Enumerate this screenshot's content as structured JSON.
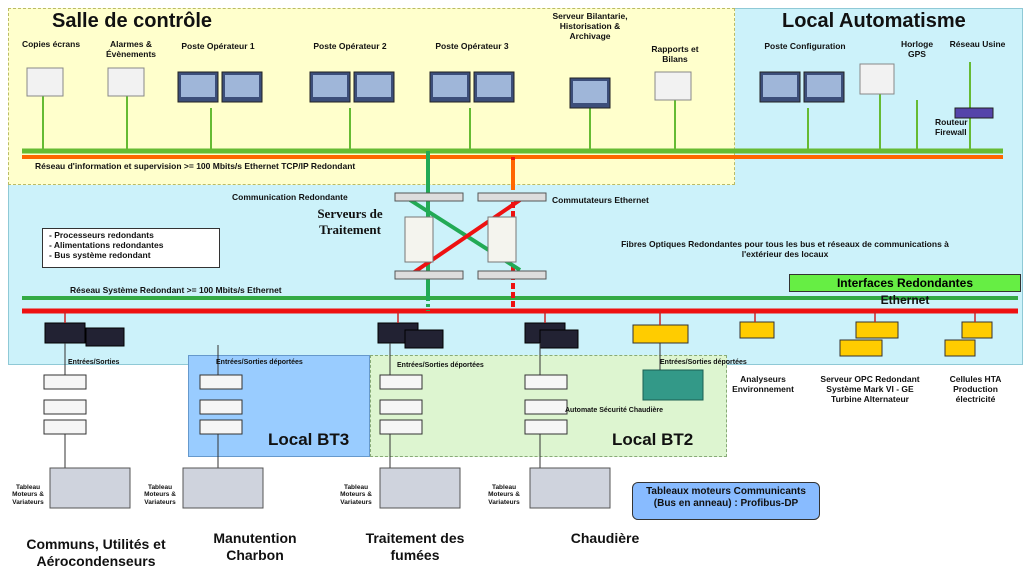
{
  "zones": {
    "control_room": "Salle de contrôle",
    "automation_room": "Local Automatisme",
    "bt3": "Local BT3",
    "bt2": "Local BT2"
  },
  "top_devices": {
    "copies": "Copies écrans",
    "alarms": "Alarmes & Évènements",
    "op1": "Poste Opérateur 1",
    "op2": "Poste Opérateur 2",
    "op3": "Poste Opérateur 3",
    "server": "Serveur Bilantarie, Historisation & Archivage",
    "reports": "Rapports et Bilans",
    "config": "Poste Configuration",
    "clock": "Horloge GPS",
    "plant_network": "Réseau Usine",
    "router": "Routeur Firewall"
  },
  "networks": {
    "info_network": "Réseau d'information et supervision >= 100 Mbits/s Ethernet TCP/IP Redondant",
    "system_network": "Réseau Système Redondant >= 100 Mbits/s Ethernet"
  },
  "middle": {
    "comm_redundant": "Communication Redondante",
    "servers_title": "Serveurs de Traitement",
    "switches": "Commutateurs Ethernet",
    "fibres": "Fibres Optiques Redondantes pour tous les bus et réseaux de communications à l'extérieur des locaux",
    "redundancy_list": [
      "- Processeurs redondants",
      "- Alimentations redondantes",
      "- Bus système redondant"
    ],
    "interfaces": "Interfaces Redondantes",
    "ethernet": "Ethernet"
  },
  "io": {
    "io1": "Entrées/Sorties",
    "io_remote_a": "Entrées/Sorties déportées",
    "io_remote_b": "Entrées/Sorties déportées",
    "io_remote_c": "Entrées/Sorties déportées",
    "safety_plc": "Automate Sécurité Chaudière"
  },
  "right_devices": {
    "analyzers": "Analyseurs Environnement",
    "opc": "Serveur OPC Redondant Système Mark VI - GE Turbine Alternateur",
    "cells": "Cellules HTA Production électricité"
  },
  "bottom": {
    "motor_board": "Tableau Moteurs & Variateurs",
    "area1": "Communs, Utilités et Aérocondenseurs",
    "area2": "Manutention Charbon",
    "area3": "Traitement des fumées",
    "area4": "Chaudière",
    "profibus_box": "Tableaux moteurs Communicants (Bus en anneau) : Profibus-DP"
  },
  "colors": {
    "control_bg": "#ffffcc",
    "automation_bg": "#ccf2fa",
    "bt3_bg": "#99ccff",
    "bt2_bg": "#ddf5d0",
    "green_bus": "#66bb33",
    "orange_bus": "#ff6600",
    "red_bus": "#ee1111",
    "interfaces_bg": "#66ee44",
    "profibus_bg": "#88bbff"
  }
}
